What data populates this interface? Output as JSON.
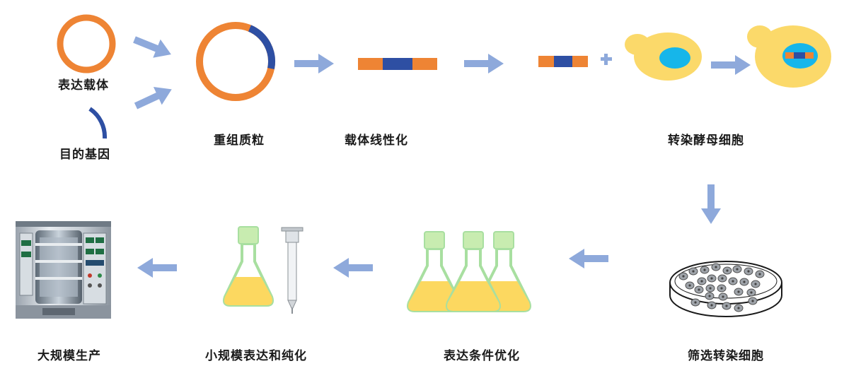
{
  "steps": {
    "expression_vector": "表达载体",
    "target_gene": "目的基因",
    "recombinant_plasmid": "重组质粒",
    "vector_linearization": "载体线性化",
    "yeast_transformation": "转染酵母细胞",
    "screen_transfected": "筛选转染细胞",
    "condition_optimization": "表达条件优化",
    "small_scale": "小规模表达和纯化",
    "large_scale": "大规模生产"
  },
  "colors": {
    "vector_orange": "#ee8434",
    "gene_blue": "#2e4fa3",
    "arrow": "#8ea9db",
    "yeast_body": "#fbd96a",
    "yeast_nucleus": "#16b6ea",
    "flask_liquid": "#fcd860",
    "flask_outline": "#a8dfa0",
    "flask_cap": "#c8ecb0"
  },
  "icons": {
    "plus": "plus-icon",
    "bioreactor": "bioreactor-icon",
    "petri": "petri-dish-icon"
  }
}
